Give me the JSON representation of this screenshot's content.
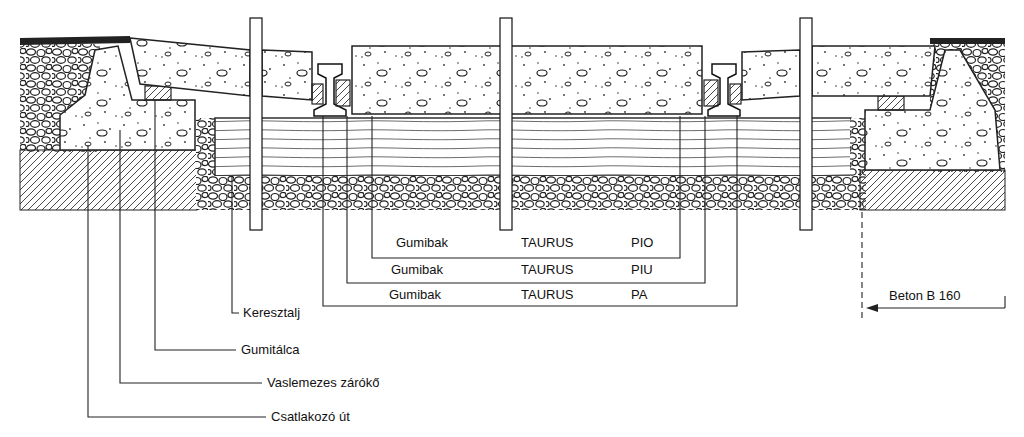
{
  "diagram": {
    "labels": [
      "Gumibak",
      "TAURUS",
      "PIO",
      "Gumibak",
      "TAURUS",
      "PIU",
      "Gumibak",
      "TAURUS",
      "PA",
      "Keresztalj",
      "Gumitálca",
      "Vaslemezes zárókő",
      "Csatlakozó út",
      "Beton B 160"
    ]
  }
}
